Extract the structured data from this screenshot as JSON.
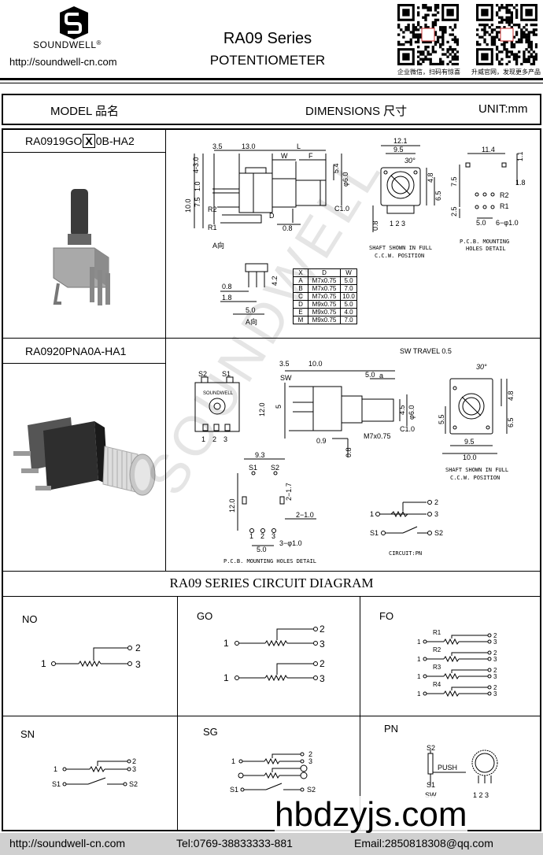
{
  "header": {
    "brand": "SOUNDWELL",
    "reg": "®",
    "url": "http://soundwell-cn.com",
    "series": "RA09 Series",
    "product": "POTENTIOMETER",
    "qr1_caption": "企业微信，扫码有惊喜",
    "qr2_caption": "升威官网，发现更多产品"
  },
  "table_header": {
    "model": "MODEL 品名",
    "dimensions": "DIMENSIONS 尺寸",
    "unit": "UNIT:mm"
  },
  "models": [
    {
      "name_prefix": "RA0919GO",
      "name_box": "X",
      "name_suffix": "0B-HA2"
    },
    {
      "name": "RA0920PNA0A-HA1"
    }
  ],
  "dims1": {
    "a3_5": "3.5",
    "a13": "13.0",
    "aL": "L",
    "aW": "W",
    "aF": "F",
    "a4_3": "4-3.0",
    "a1_0": "1.0",
    "a7_5": "7.5",
    "a10": "10.0",
    "a5_4": "5.4",
    "a6": "φ6.0",
    "aR2": "R2",
    "aR1": "R1",
    "aD": "D",
    "aC1": "C1.0",
    "a0_8": "0.8",
    "aArrow": "A向",
    "b12_1": "12.1",
    "b9_5": "9.5",
    "b30": "30°",
    "b4_8": "4.8",
    "b6_5": "6.5",
    "b0_8": "0.8",
    "b123": "1  2  3",
    "bnote1": "SHAFT SHOWN IN FULL",
    "bnote2": "C.C.W. POSITION",
    "c11_4": "11.4",
    "c1_1": "1.1",
    "c1_8": "1.8",
    "c7_5": "7.5",
    "cR2": "R2",
    "cR1": "R1",
    "c2_5": "2.5",
    "c5_0": "5.0",
    "c6_1": "6−φ1.0",
    "cnote1": "P.C.B. MOUNTING",
    "cnote2": "HOLES DETAIL",
    "d0_8": "0.8",
    "d1_8": "1.8",
    "d4_2": "4.2",
    "d5_0": "5.0",
    "dArrow": "A向"
  },
  "shaft_table": {
    "headers": [
      "X",
      "D",
      "W"
    ],
    "rows": [
      [
        "A",
        "M7x0.75",
        "5.0"
      ],
      [
        "B",
        "M7x0.75",
        "7.0"
      ],
      [
        "C",
        "M7x0.75",
        "10.0"
      ],
      [
        "D",
        "M9x0.75",
        "5.0"
      ],
      [
        "E",
        "M9x0.75",
        "4.0"
      ],
      [
        "M",
        "M9x0.75",
        "7.0"
      ]
    ]
  },
  "dims2": {
    "sw_travel": "SW TRAVEL 0.5",
    "s1": "S1",
    "s2": "S2",
    "sw": "SW",
    "a3_5": "3.5",
    "a10": "10.0",
    "a5_0": "5.0",
    "aa": "a",
    "a12": "12.0",
    "a5": "5",
    "a4_5": "4.5",
    "a6": "φ6.0",
    "aC1": "C1.0",
    "aM7": "M7x0.75",
    "a0_9": "0.9",
    "a0_8": "0.8",
    "b30": "30°",
    "b4_8": "4.8",
    "b6_5": "6.5",
    "b5_5": "5.5",
    "b9_5": "9.5",
    "b10": "10.0",
    "bnote1": "SHAFT SHOWN IN FULL",
    "bnote2": "C.C.W. POSITION",
    "c9_3": "9.3",
    "c2_1_7": "2−1.7",
    "c12": "12.0",
    "c2_1": "2−1.0",
    "c3_1": "3−φ1.0",
    "c5_0": "5.0",
    "cnote": "P.C.B. MOUNTING HOLES DETAIL",
    "pn1": "1",
    "pn2": "2",
    "pn3": "3",
    "pnS1": "S1",
    "pnS2": "S2",
    "pnTitle": "CIRCUIT:PN",
    "pin1": "1",
    "pin2": "2",
    "pin3": "3"
  },
  "circuit": {
    "title": "RA09 SERIES CIRCUIT DIAGRAM",
    "no": "NO",
    "go": "GO",
    "fo": "FO",
    "sn": "SN",
    "sg": "SG",
    "pn": "PN",
    "n1": "1",
    "n2": "2",
    "n3": "3",
    "r1": "R1",
    "r2": "R2",
    "r3": "R3",
    "r4": "R4",
    "s1": "S1",
    "s2": "S2",
    "push": "PUSH",
    "sw": "SW",
    "pins": "1 2 3"
  },
  "watermark": "SOUNDWELL",
  "overlay_site": "hbdzyjs.com",
  "footer": {
    "url": "http://soundwell-cn.com",
    "tel": "Tel:0769-38833333-881",
    "email": "Email:2850818308@qq.com"
  }
}
